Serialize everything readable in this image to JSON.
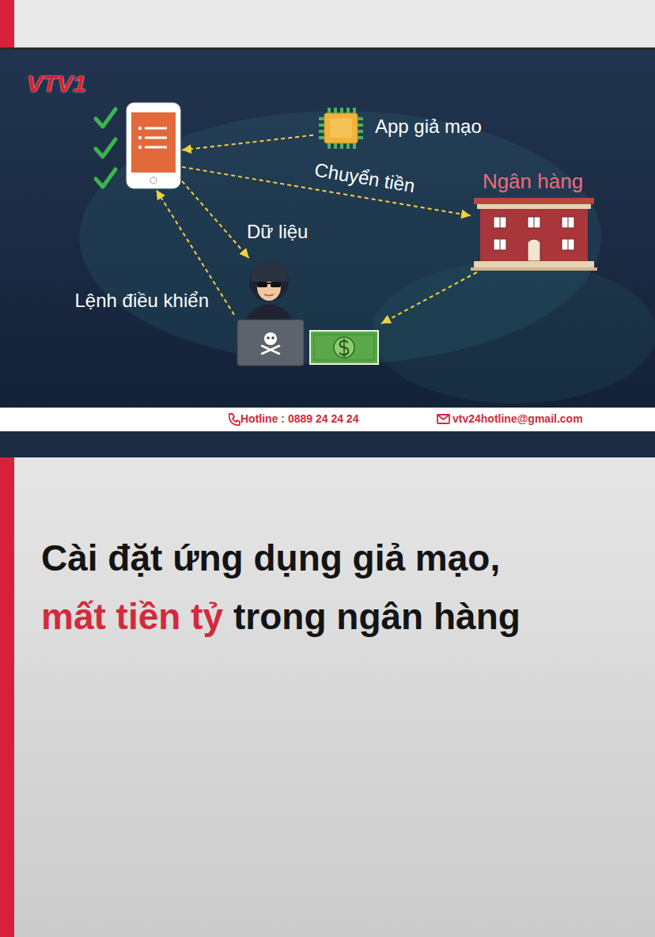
{
  "diagram": {
    "title": "Cài đặt ứng dụng giả mạo,",
    "nodes": [
      {
        "text": []
      },
      {
        "text": [
          "App giả mạo"
        ]
      },
      {
        "text": [
          "Ngân hàng"
        ]
      },
      {
        "text": []
      }
    ],
    "edges": [
      {
        "from": 1,
        "to": 0,
        "arrow": "to"
      },
      {
        "from": 0,
        "to": 2,
        "label": "Chuyển tiền",
        "arrow": "to"
      },
      {
        "from": 0,
        "to": 3,
        "label": "Dữ liệu",
        "arrow": "to"
      },
      {
        "from": 3,
        "to": 0,
        "label": "Lệnh điều khiển",
        "arrow": "to"
      },
      {
        "from": 2,
        "to": 3,
        "arrow": "to"
      }
    ],
    "labels": [
      "VTV1",
      "Hotline : 0889 24 24 24",
      "vtv24hotline@gmail.com",
      "mất tiền tỷ",
      "trong ngân hàng"
    ]
  }
}
